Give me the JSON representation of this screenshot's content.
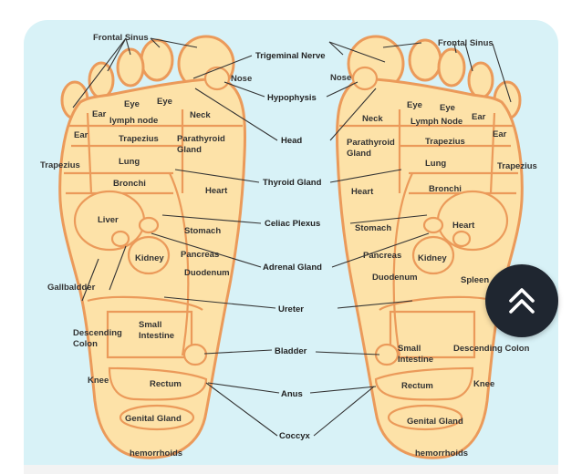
{
  "diagram": {
    "left_labels": [
      "Frontal Sinus",
      "Ear",
      "Eye",
      "Eye",
      "lymph node",
      "Ear",
      "Trapezius",
      "Trapezius",
      "Lung",
      "Bronchi",
      "Neck",
      "Parathyroid Gland",
      "Nose",
      "Heart",
      "Liver",
      "Stomach",
      "Kidney",
      "Pancreas",
      "Duodenum",
      "Gallbaldder",
      "Small Intestine",
      "Descending Colon",
      "Knee",
      "Rectum",
      "Genital Gland",
      "hemorrhoids"
    ],
    "right_labels": [
      "Frontal Sinus",
      "Nose",
      "Eye",
      "Eye",
      "Ear",
      "Neck",
      "Lymph Node",
      "Ear",
      "Trapezius",
      "Parathyroid Gland",
      "Trapezius",
      "Lung",
      "Heart",
      "Bronchi",
      "Heart",
      "Stomach",
      "Kidney",
      "Pancreas",
      "Duodenum",
      "Spleen",
      "Small Intestine",
      "Descending Colon",
      "Knee",
      "Rectum",
      "Genital Gland",
      "hemorrhoids"
    ],
    "center_labels": [
      "Trigeminal Nerve",
      "Hypophysis",
      "Head",
      "Thyroid Gland",
      "Celiac Plexus",
      "Adrenal Gland",
      "Ureter",
      "Bladder",
      "Anus",
      "Coccyx"
    ]
  },
  "colors": {
    "background": "#d8f2f7",
    "foot_fill": "#fde2a8",
    "foot_outline": "#eb9a5a",
    "button": "#1f2630"
  },
  "scroll_top": {
    "icon": "double-chevron-up-icon"
  }
}
